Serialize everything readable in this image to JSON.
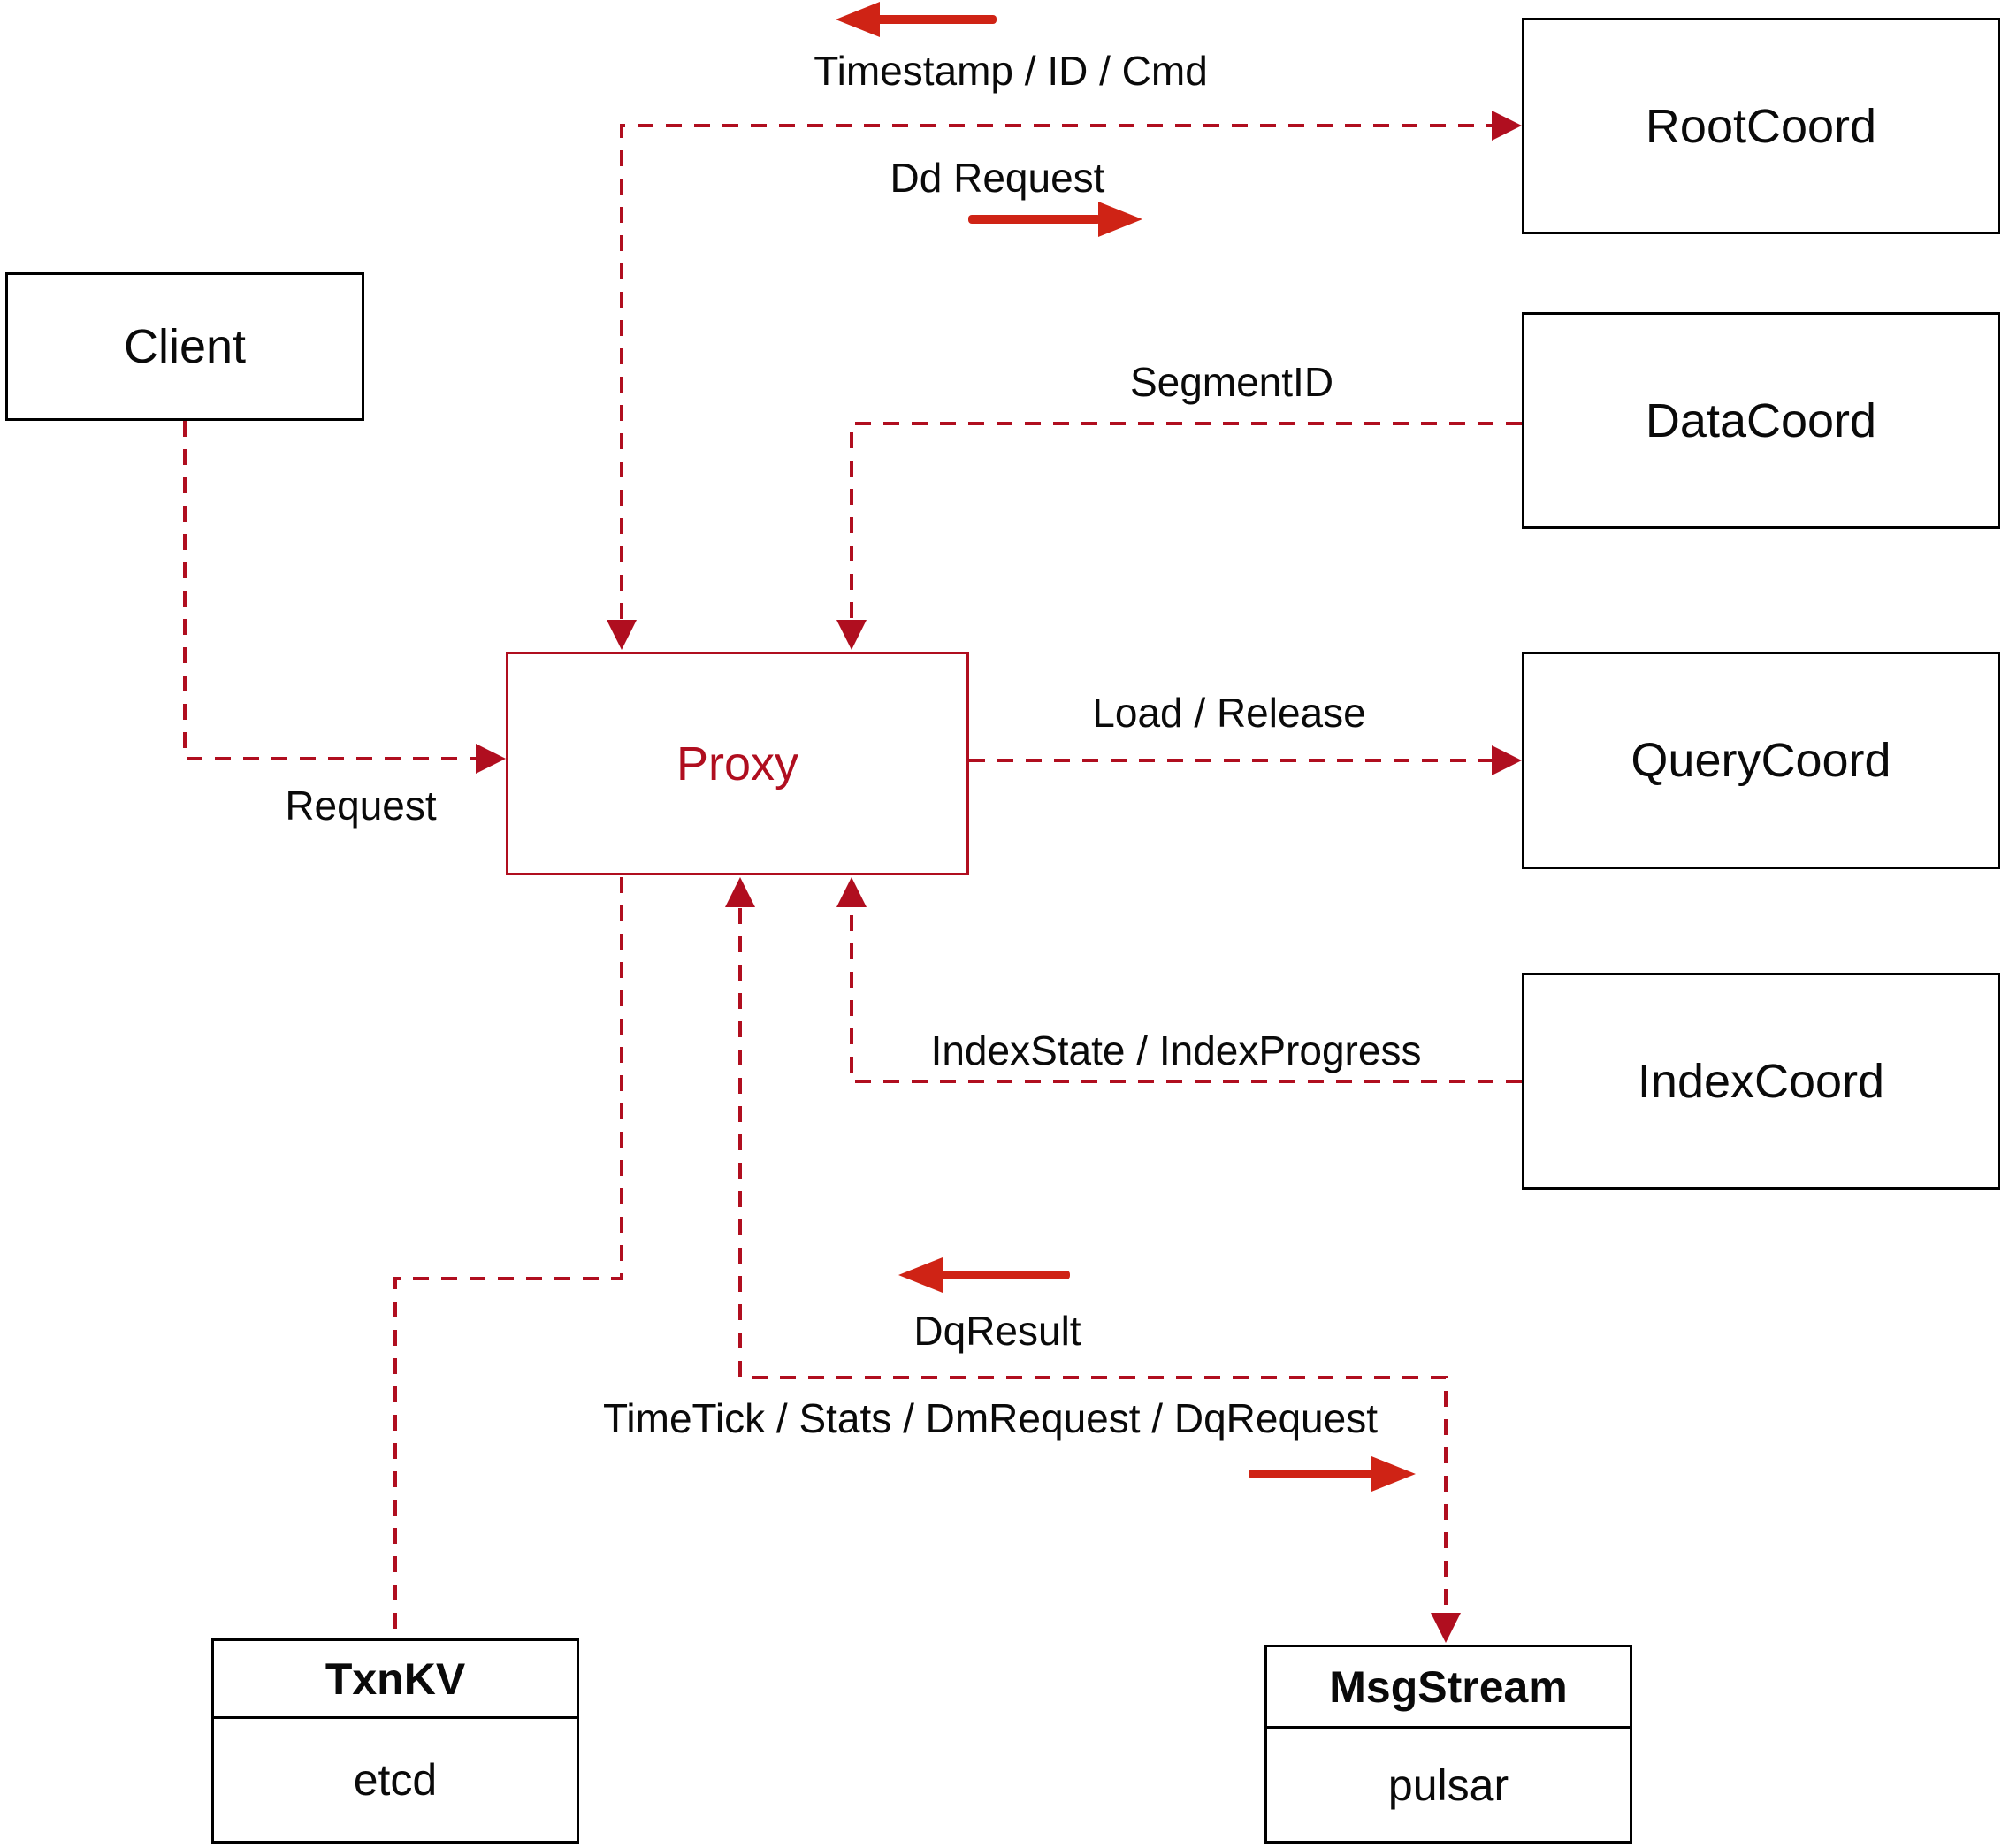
{
  "nodes": {
    "client": {
      "label": "Client"
    },
    "proxy": {
      "label": "Proxy"
    },
    "root_coord": {
      "label": "RootCoord"
    },
    "data_coord": {
      "label": "DataCoord"
    },
    "query_coord": {
      "label": "QueryCoord"
    },
    "index_coord": {
      "label": "IndexCoord"
    },
    "txnkv": {
      "title": "TxnKV",
      "impl": "etcd"
    },
    "msgstream": {
      "title": "MsgStream",
      "impl": "pulsar"
    }
  },
  "edge_labels": {
    "request": "Request",
    "timestamp_id_cmd": "Timestamp / ID / Cmd",
    "dd_request": "Dd Request",
    "segment_id": "SegmentID",
    "load_release": "Load / Release",
    "index_state": "IndexState / IndexProgress",
    "dq_result": "DqResult",
    "timetick": "TimeTick / Stats / DmRequest / DqRequest"
  },
  "colors": {
    "dashed_line": "#b00e1f",
    "solid_arrow": "#cf2315",
    "box_border": "#000000",
    "text": "#0a0a0a"
  }
}
